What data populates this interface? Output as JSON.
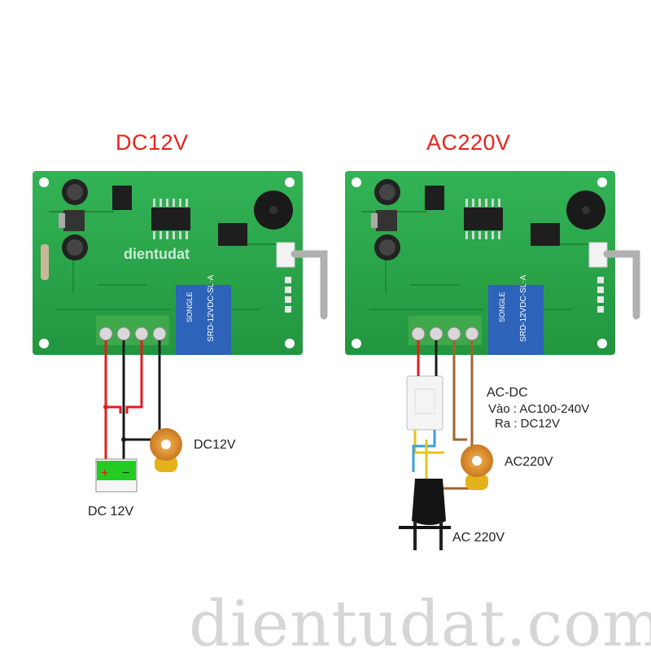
{
  "left_panel": {
    "title": "DC12V",
    "watermark": "dientudat",
    "relay_text": "SRD-12VDC-SL-A",
    "relay_brand": "SONGLE",
    "load_label": "DC12V",
    "battery_label": "DC 12V",
    "battery_plus": "+",
    "battery_minus": "−"
  },
  "right_panel": {
    "title": "AC220V",
    "relay_text": "SRD-12VDC-SL-A",
    "relay_brand": "SONGLE",
    "converter_title": "AC-DC",
    "converter_in": "Vào : AC100-240V",
    "converter_out": "Ra  : DC12V",
    "load_label": "AC220V",
    "plug_label": "AC 220V"
  },
  "footer_watermark": "dientudat.com",
  "colors": {
    "pcb_green": "#27a34a",
    "wire_red": "#e01e1e",
    "wire_black": "#1a1a1a",
    "wire_brown": "#a0652e",
    "wire_blue": "#3aa0d8",
    "wire_yellow": "#e6c41a",
    "title_red": "#e8221c"
  }
}
